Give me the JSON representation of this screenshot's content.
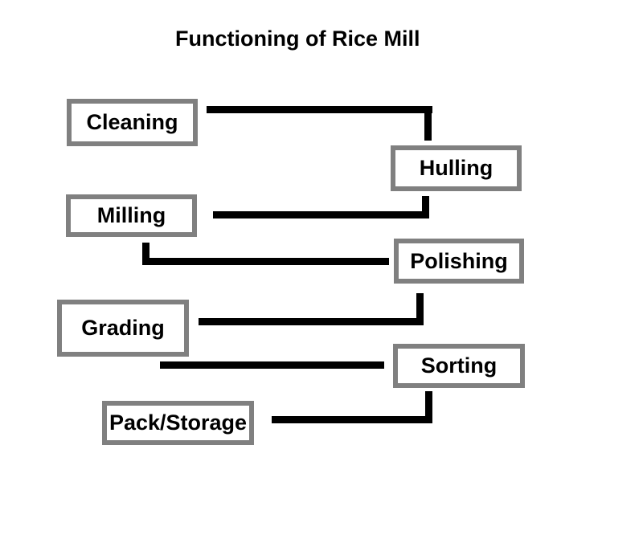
{
  "title": "Functioning of Rice Mill",
  "diagram": {
    "type": "flowchart",
    "nodes": [
      {
        "id": "cleaning",
        "label": "Cleaning"
      },
      {
        "id": "hulling",
        "label": "Hulling"
      },
      {
        "id": "milling",
        "label": "Milling"
      },
      {
        "id": "polishing",
        "label": "Polishing"
      },
      {
        "id": "grading",
        "label": "Grading"
      },
      {
        "id": "sorting",
        "label": "Sorting"
      },
      {
        "id": "pack_storage",
        "label": "Pack/Storage"
      }
    ],
    "edges": [
      {
        "from": "Cleaning",
        "to": "Hulling"
      },
      {
        "from": "Hulling",
        "to": "Milling"
      },
      {
        "from": "Milling",
        "to": "Polishing"
      },
      {
        "from": "Polishing",
        "to": "Grading"
      },
      {
        "from": "Grading",
        "to": "Sorting"
      },
      {
        "from": "Sorting",
        "to": "Pack/Storage"
      }
    ],
    "colors": {
      "background": "#ffffff",
      "box_fill": "#ffffff",
      "box_border": "#808080",
      "connector": "#000000",
      "text": "#000000"
    }
  }
}
